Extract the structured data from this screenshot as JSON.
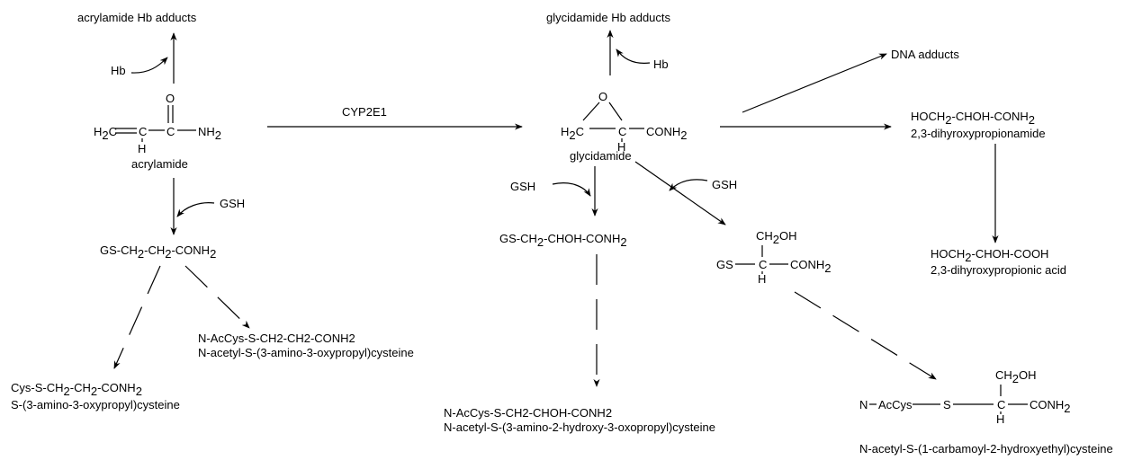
{
  "acrylamide": {
    "hb_adducts": "acrylamide Hb adducts",
    "hb": "Hb",
    "name": "acrylamide",
    "gsh": "GSH",
    "atoms": {
      "h2c": "H",
      "h2c_sub": "2",
      "h2c_c": "C",
      "c": "C",
      "h": "H",
      "c2": "C",
      "o": "O",
      "nh": "NH",
      "nh_sub": "2"
    }
  },
  "enzyme": "CYP2E1",
  "glycidamide": {
    "hb_adducts": "glycidamide Hb adducts",
    "hb": "Hb",
    "name": "glycidamide",
    "gsh_left": "GSH",
    "gsh_right": "GSH",
    "dna_adducts": "DNA adducts",
    "atoms": {
      "o": "O",
      "h2c": "H",
      "h2c_sub": "2",
      "h2c_c": "C",
      "c": "C",
      "h": "H",
      "conh": "CONH",
      "conh_sub": "2"
    }
  },
  "gs_acrylamide": {
    "a": "GS-CH",
    "s1": "2",
    "b": "-CH",
    "s2": "2",
    "c": "-CONH",
    "s3": "2"
  },
  "nac_acrylamide": {
    "formula": "N-AcCys-S-CH2-CH2-CONH2",
    "name": "N-acetyl-S-(3-amino-3-oxypropyl)cysteine"
  },
  "cys_acrylamide": {
    "a": "Cys-S-CH",
    "s1": "2",
    "b": "-CH",
    "s2": "2",
    "c": "-CONH",
    "s3": "2",
    "name": "S-(3-amino-3-oxypropyl)cysteine"
  },
  "gs_glycidamide": {
    "a": "GS-CH",
    "s1": "2",
    "b": "-CHOH-CONH",
    "s2": "2"
  },
  "nac_glycidamide": {
    "formula": "N-AcCys-S-CH2-CHOH-CONH2",
    "name": "N-acetyl-S-(3-amino-2-hydroxy-3-oxopropyl)cysteine"
  },
  "gs_branched": {
    "ch2oh_a": "CH",
    "ch2oh_s": "2",
    "ch2oh_b": "OH",
    "gs": "GS",
    "c": "C",
    "h": "H",
    "conh": "CONH",
    "conh_sub": "2"
  },
  "nac_branched": {
    "ch2oh_a": "CH",
    "ch2oh_s": "2",
    "ch2oh_b": "OH",
    "n_accys": "N",
    "accys": "AcCys",
    "s": "S",
    "c": "C",
    "h": "H",
    "conh": "CONH",
    "conh_sub": "2",
    "name": "N-acetyl-S-(1-carbamoyl-2-hydroxyethyl)cysteine"
  },
  "propionamide": {
    "a": "HOCH",
    "s1": "2",
    "b": "-CHOH-CONH",
    "s2": "2",
    "name": "2,3-dihyroxypropionamide"
  },
  "propionic_acid": {
    "a": "HOCH",
    "s1": "2",
    "b": "-CHOH-COOH",
    "name": "2,3-dihyroxypropionic acid"
  }
}
